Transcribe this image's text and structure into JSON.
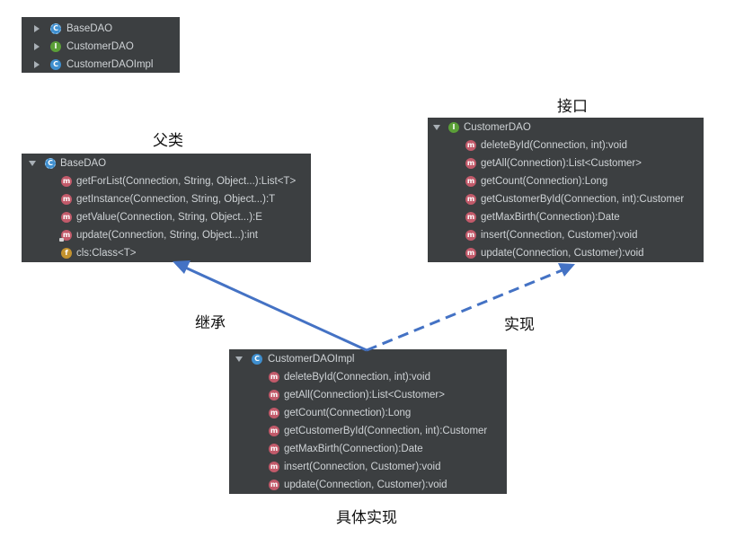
{
  "hierarchy": {
    "items": [
      {
        "label": "BaseDAO",
        "icon": "abstract-class-icon"
      },
      {
        "label": "CustomerDAO",
        "icon": "interface-icon"
      },
      {
        "label": "CustomerDAOImpl",
        "icon": "class-icon"
      }
    ]
  },
  "parent": {
    "heading": "父类",
    "title": "BaseDAO",
    "members": [
      "getForList(Connection, String, Object...):List<T>",
      "getInstance(Connection, String, Object...):T",
      "getValue(Connection, String, Object...):E",
      "update(Connection, String, Object...):int",
      "cls:Class<T>"
    ]
  },
  "interface": {
    "heading": "接口",
    "title": "CustomerDAO",
    "members": [
      "deleteById(Connection, int):void",
      "getAll(Connection):List<Customer>",
      "getCount(Connection):Long",
      "getCustomerById(Connection, int):Customer",
      "getMaxBirth(Connection):Date",
      "insert(Connection, Customer):void",
      "update(Connection, Customer):void"
    ]
  },
  "impl": {
    "heading": "具体实现",
    "title": "CustomerDAOImpl",
    "members": [
      "deleteById(Connection, int):void",
      "getAll(Connection):List<Customer>",
      "getCount(Connection):Long",
      "getCustomerById(Connection, int):Customer",
      "getMaxBirth(Connection):Date",
      "insert(Connection, Customer):void",
      "update(Connection, Customer):void"
    ]
  },
  "relations": {
    "inherit_label": "继承",
    "implement_label": "实现"
  },
  "icon_glyphs": {
    "class": "C",
    "interface": "I",
    "method": "m",
    "field": "f"
  },
  "colors": {
    "panel_bg": "#3c3f41",
    "arrow": "#4472c4",
    "class_icon": "#3f8fcf",
    "interface_icon": "#5b9f38",
    "method_icon": "#c25a6a",
    "field_icon": "#c4922e"
  }
}
